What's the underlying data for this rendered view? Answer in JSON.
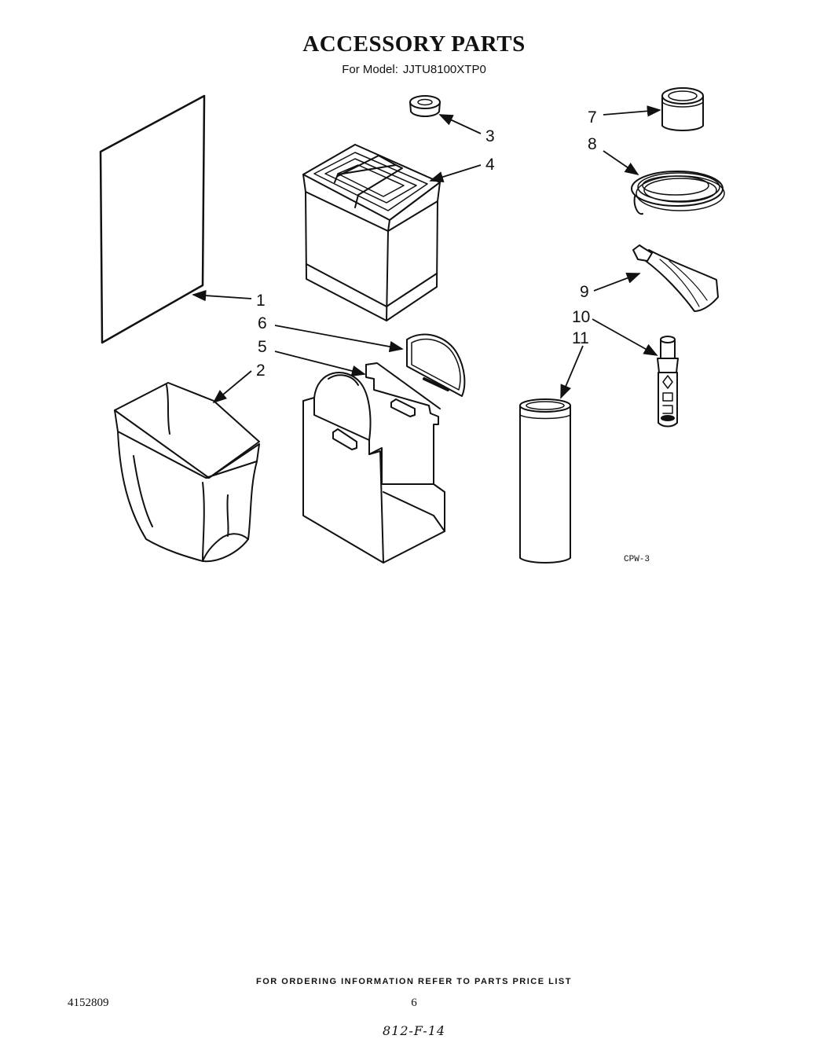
{
  "header": {
    "title": "ACCESSORY PARTS",
    "model_label": "For Model:",
    "model_number": "JJTU8100XTP0"
  },
  "callouts": [
    "1",
    "2",
    "3",
    "4",
    "5",
    "6",
    "7",
    "8",
    "9",
    "10",
    "11"
  ],
  "drawing_code": "CPW-3",
  "footer": {
    "ordering_note": "FOR ORDERING INFORMATION REFER TO PARTS PRICE LIST",
    "document_number": "4152809",
    "page_number": "6",
    "handwritten_note": "812-F-14"
  }
}
